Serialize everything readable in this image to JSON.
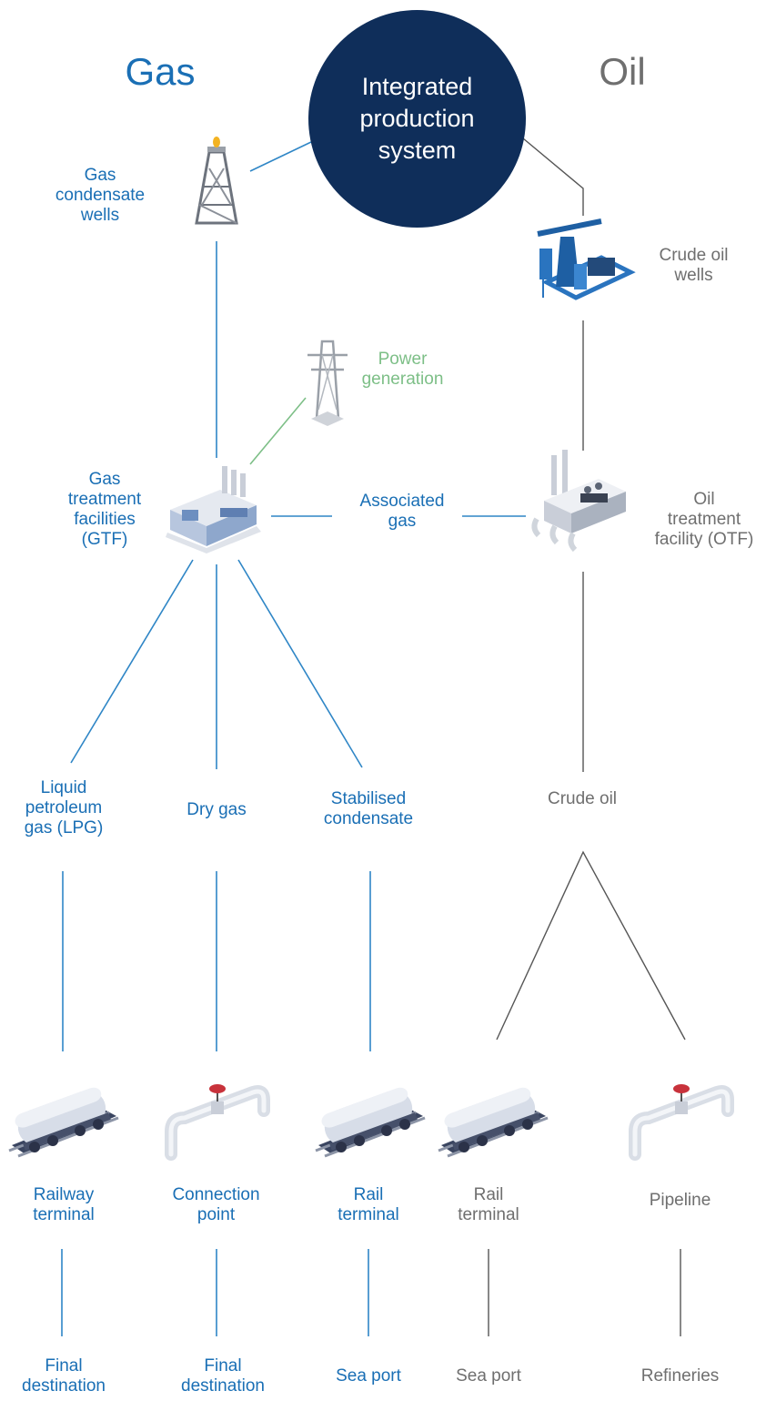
{
  "headers": {
    "gas": "Gas",
    "oil": "Oil"
  },
  "hub": "Integrated\nproduction\nsystem",
  "gas_column": {
    "wells": "Gas\ncondensate\nwells",
    "power": "Power\ngeneration",
    "treatment": "Gas\ntreatment\nfacilities\n(GTF)",
    "associated_gas": "Associated\ngas",
    "products": {
      "lpg": "Liquid\npetroleum\ngas (LPG)",
      "dry_gas": "Dry gas",
      "condensate": "Stabilised\ncondensate"
    },
    "terminals": {
      "railway": "Railway\nterminal",
      "connection": "Connection\npoint",
      "rail": "Rail\nterminal"
    },
    "destinations": {
      "final1": "Final\ndestination",
      "final2": "Final\ndestination",
      "sea_port": "Sea port"
    }
  },
  "oil_column": {
    "wells": "Crude oil\nwells",
    "treatment": "Oil\ntreatment\nfacility (OTF)",
    "product": "Crude oil",
    "terminals": {
      "rail": "Rail\nterminal",
      "pipeline": "Pipeline"
    },
    "destinations": {
      "sea_port": "Sea port",
      "refineries": "Refineries"
    }
  },
  "colors": {
    "gas": "#1a6fb5",
    "oil": "#6f6f6f",
    "power": "#7dbf87",
    "hub": "#0f2e5a",
    "line_gas": "#2f86c6",
    "line_oil": "#555555"
  },
  "icons": {
    "gas_well": "derrick-icon",
    "oil_well": "pumpjack-icon",
    "power": "power-pylon-icon",
    "gtf": "factory-icon",
    "otf": "oil-facility-icon",
    "tank_car": "rail-tank-car-icon",
    "pipe": "pipeline-valve-icon"
  }
}
